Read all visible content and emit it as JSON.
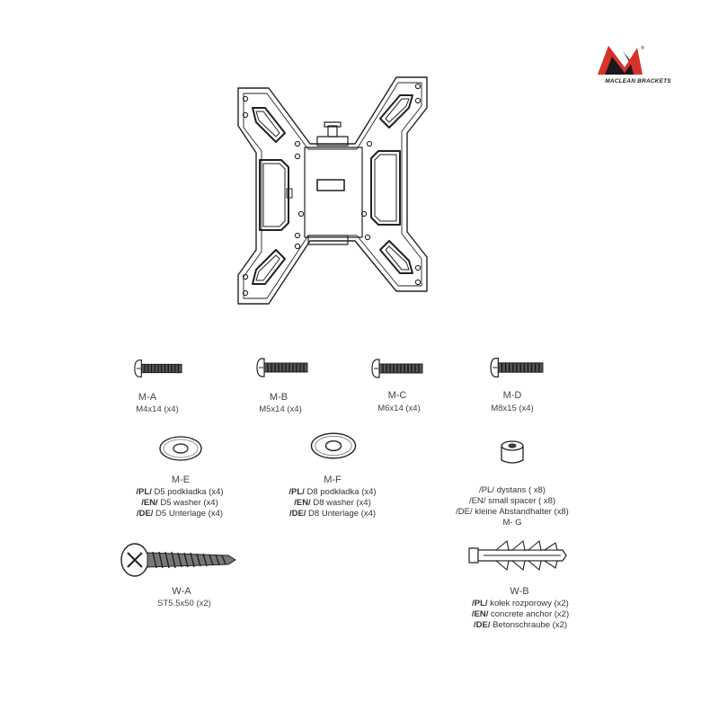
{
  "logo": {
    "text": "MACLEAN BRACKETS",
    "colors": {
      "red": "#d9322b",
      "black": "#1a1a1a"
    }
  },
  "parts": {
    "ma": {
      "code": "M-A",
      "spec": "M4x14 (x4)"
    },
    "mb": {
      "code": "M-B",
      "spec": "M5x14 (x4)"
    },
    "mc": {
      "code": "M-C",
      "spec": "M6x14 (x4)"
    },
    "md": {
      "code": "M-D",
      "spec": "M8x15 (x4)"
    },
    "me": {
      "code": "M-E",
      "pl_tag": "/PL/",
      "pl": " D5 podkładka (x4)",
      "en_tag": "/EN/",
      "en": " D5 washer (x4)",
      "de_tag": "/DE/",
      "de": " D5 Unterlage (x4)"
    },
    "mf": {
      "code": "M-F",
      "pl_tag": "/PL/",
      "pl": " D8 podkładka (x4)",
      "en_tag": "/EN/",
      "en": " D8 washer (x4)",
      "de_tag": "/DE/",
      "de": " D8 Unterlage (x4)"
    },
    "mg": {
      "pl": "/PL/ dystans ( x8)",
      "en": "/EN/ small spacer ( x8)",
      "de": "/DE/ kleine Abstandhalter (x8)",
      "code": "M- G"
    },
    "wa": {
      "code": "W-A",
      "spec": "ST5.5x50 (x2)"
    },
    "wb": {
      "code": "W-B",
      "pl_tag": "/PL/",
      "pl": " kołek rozporowy (x2)",
      "en_tag": "/EN/",
      "en": " concrete anchor (x2)",
      "de_tag": "/DE/",
      "de": " Betonschraube (x2)"
    }
  }
}
